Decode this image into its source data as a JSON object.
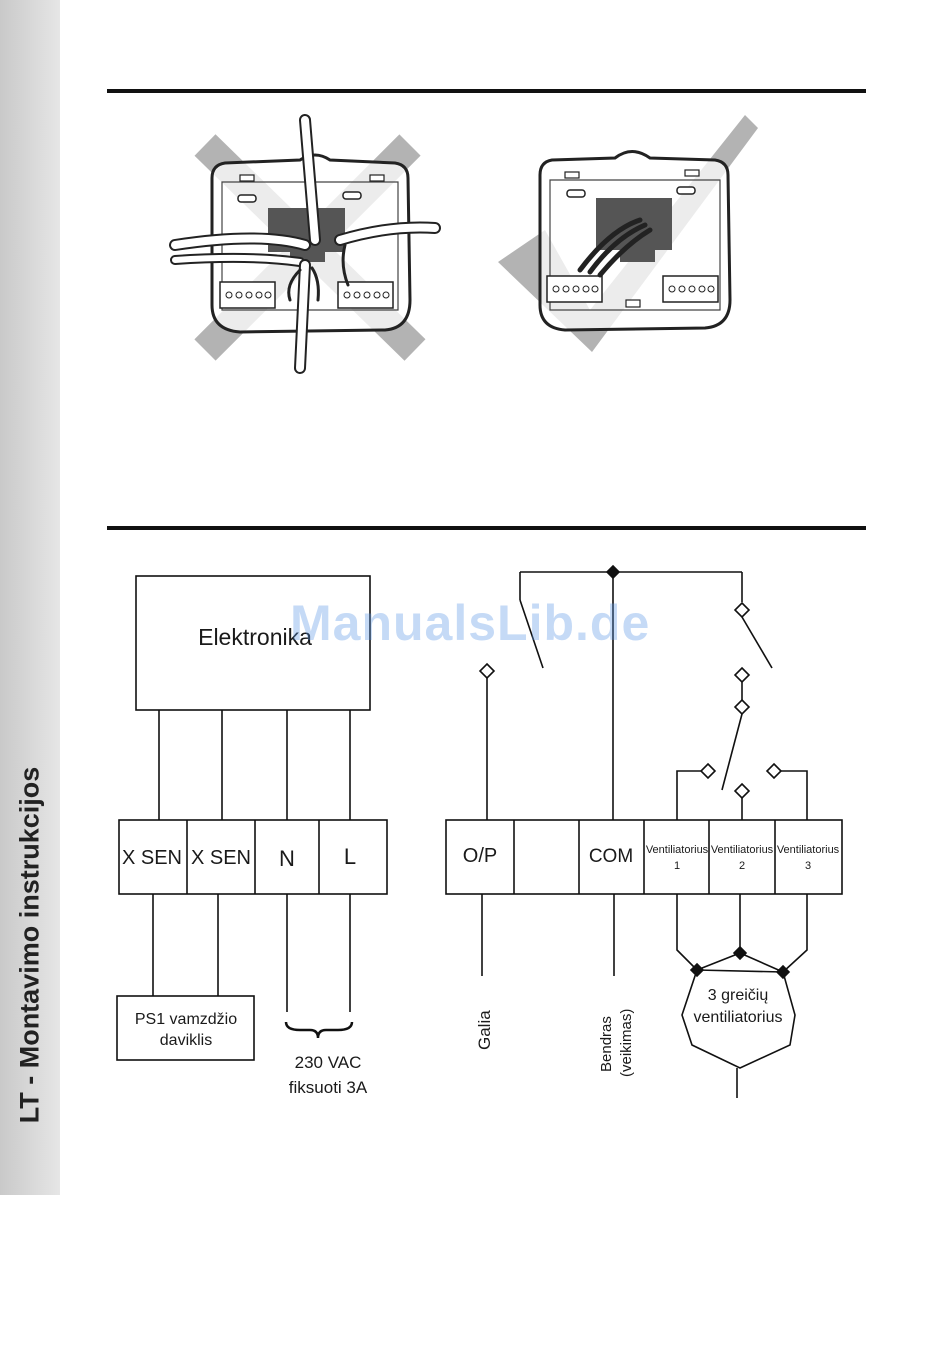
{
  "sidebar": {
    "label": "LT - Montavimo instrukcijos"
  },
  "watermark": "ManualsLib.de",
  "left_diagram": {
    "box_title": "Elektronika",
    "terminals": [
      "X SEN",
      "X SEN",
      "N",
      "L"
    ],
    "sensor_box": [
      "PS1 vamzdžio",
      "daviklis"
    ],
    "supply_label": [
      "230 VAC",
      "fiksuoti 3A"
    ]
  },
  "right_diagram": {
    "terminals": [
      "O/P",
      "",
      "COM"
    ],
    "fan_terminals": [
      {
        "name": "Ventiliatorius",
        "num": "1"
      },
      {
        "name": "Ventiliatorius",
        "num": "2"
      },
      {
        "name": "Ventiliatorius",
        "num": "3"
      }
    ],
    "label_power": "Galia",
    "label_common": [
      "Bendras",
      "(veikimas)"
    ],
    "fan_label": [
      "3 greičių",
      "ventiliatorius"
    ]
  }
}
